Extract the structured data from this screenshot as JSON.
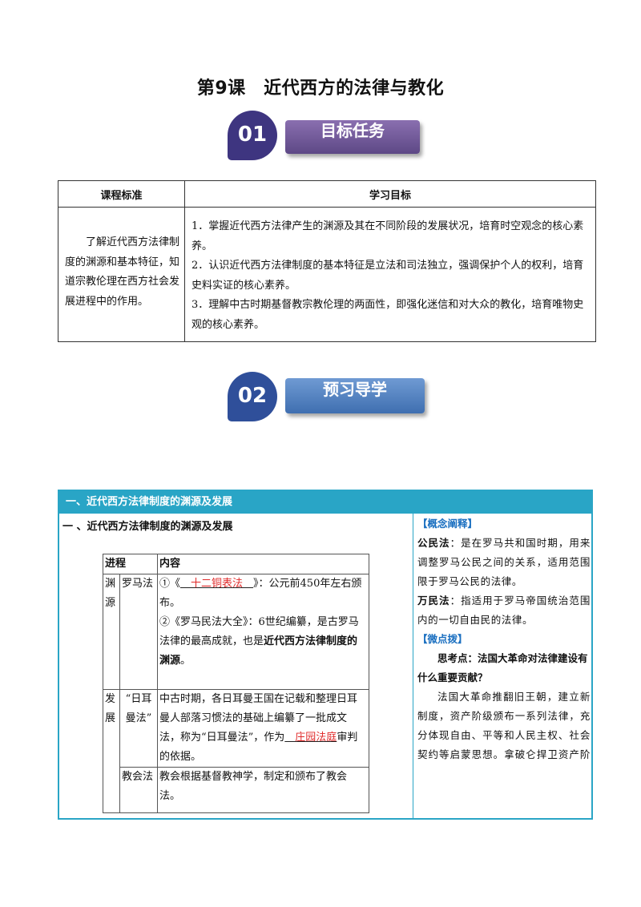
{
  "title": "第9课　近代西方的法律与教化",
  "badge1": {
    "num": "01",
    "label": "目标任务"
  },
  "badge2": {
    "num": "02",
    "label": "预习导学"
  },
  "standards": {
    "col1_header": "课程标准",
    "col2_header": "学习目标",
    "standard_text": "了解近代西方法律制度的渊源和基本特征，知道宗教伦理在西方社会发展进程中的作用。",
    "goals": [
      "1．掌握近代西方法律产生的渊源及其在不同阶段的发展状况，培育时空观念的核心素养。",
      "2．认识近代西方法律制度的基本特征是立法和司法独立，强调保护个人的权利，培育史料实证的核心素养。",
      "3．理解中古时期基督教宗教伦理的两面性，即强化迷信和对大众的教化，培育唯物史观的核心素养。"
    ]
  },
  "section": {
    "header": "一、近代西方法律制度的渊源及发展",
    "subheader": "一 、近代西方法律制度的渊源及发展",
    "table": {
      "h1": "进程",
      "h2": "内容",
      "stage1": "渊源",
      "stage2": "发展",
      "roman_law": "罗马法",
      "roman_1_pre": "①《",
      "roman_1_fill": "　十二铜表法　",
      "roman_1_post": "》：公元前450年左右颁布。",
      "roman_2_pre": "②《罗马民法大全》：6世纪编纂，是古罗马法律的最高成就，也是",
      "roman_2_bold": "近代西方法律制度的渊源",
      "roman_2_end": "。",
      "germanic": "“日耳曼法”",
      "germanic_pre": "中古时期，各日耳曼王国在记载和整理日耳曼人部落习惯法的基础上编纂了一批成文法，称为“日耳曼法”，作为",
      "germanic_fill": "　庄园法庭",
      "germanic_post": "审判的依据。",
      "church": "教会法",
      "church_text": "教会根据基督教神学，制定和颁布了教会法。"
    },
    "notes": {
      "concept_head": "【概念阐释】",
      "civil_term": "公民法",
      "civil_text": "：是在罗马共和国时期，用来调整罗马公民之间的关系，适用范围限于罗马公民的法律。",
      "nations_term": "万民法",
      "nations_text": "：指适用于罗马帝国统治范围内的一切自由民的法律。",
      "tip_head": "【微点拨】",
      "question": "思考点：法国大革命对法律建设有什么重要贡献？",
      "answer": "法国大革命推翻旧王朝，建立新制度，资产阶级颁布一系列法律，充分体现自由、平等和人民主权、社会契约等启蒙思想。拿破仑捍卫资产阶级革命成果，对资产阶级法律进行总结，确立法国资产阶级法律体系。因此，"
    }
  }
}
